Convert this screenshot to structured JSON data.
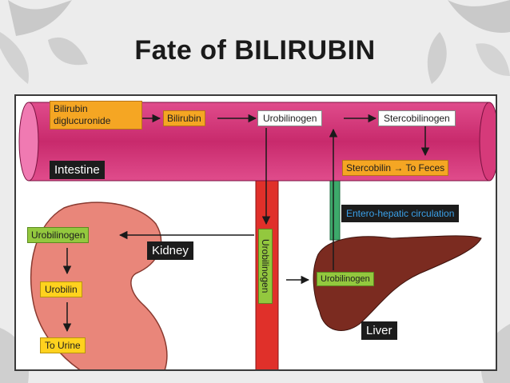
{
  "slide": {
    "title": "Fate of BILIRUBIN"
  },
  "diagram": {
    "intestine": {
      "label": "Intestine",
      "boxes": {
        "bilirubin_diglucuronide_line1": "Bilirubin",
        "bilirubin_diglucuronide_line2": "diglucuronide",
        "bilirubin": "Bilirubin",
        "urobilinogen": "Urobilinogen",
        "stercobilinogen": "Stercobilinogen",
        "stercobilin_to_feces": "Stercobilin → To Feces"
      }
    },
    "enterohepatic_label": "Entero-hepatic circulation",
    "blood_label": "Urobilinogen",
    "kidney": {
      "label": "Kidney",
      "steps": [
        "Urobilinogen",
        "Urobilin",
        "To Urine"
      ]
    },
    "liver": {
      "label": "Liver",
      "box": "Urobilinogen"
    },
    "colors": {
      "intestine": "#d63a7a",
      "intestine_end": "#f07ab2",
      "blood_vessel": "#e0302a",
      "portal_vein": "#3daa6b",
      "kidney": "#e9867a",
      "liver": "#7b2b20",
      "orange_box": "#f5a623",
      "green_box": "#93c83e",
      "yellow_box": "#ffd21e"
    }
  }
}
